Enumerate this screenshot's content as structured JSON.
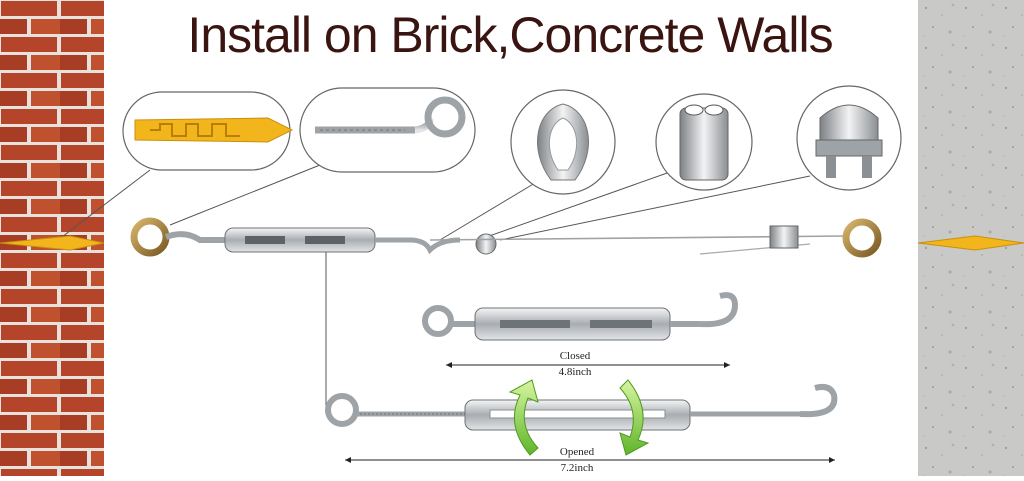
{
  "title": "Install on Brick,Concrete Walls",
  "closed": {
    "label": "Closed",
    "length": "4.8inch"
  },
  "opened": {
    "label": "Opened",
    "length": "7.2inch"
  },
  "colors": {
    "brick": "#b5452a",
    "mortar": "#e9e2dc",
    "concrete": "#c9c9c7",
    "anchor": "#f2b51c",
    "steel": "#b8bcc0",
    "title": "#3a1410",
    "arrow": "#8fd43a"
  },
  "icons": [
    "wall-anchor-icon",
    "eye-screw-icon",
    "thimble-icon",
    "aluminum-sleeve-icon",
    "wire-rope-clip-icon"
  ]
}
